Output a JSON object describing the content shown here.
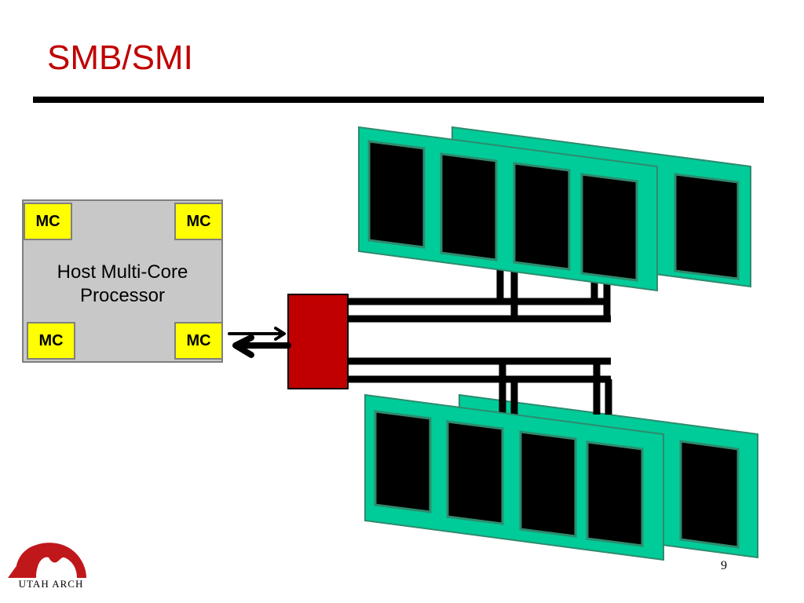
{
  "slide": {
    "title": "SMB/SMI",
    "page_number": "9"
  },
  "processor": {
    "label": "Host Multi-Core\nProcessor",
    "controllers": [
      "MC",
      "MC",
      "MC",
      "MC"
    ]
  },
  "logo": {
    "text": "UTAH ARCH"
  },
  "colors": {
    "title": "#c00000",
    "dimm_board": "#00cc99",
    "dram_chip": "#000000",
    "smb_buffer": "#c00000",
    "mc_box": "#ffff00",
    "processor": "#c8c8c8"
  }
}
